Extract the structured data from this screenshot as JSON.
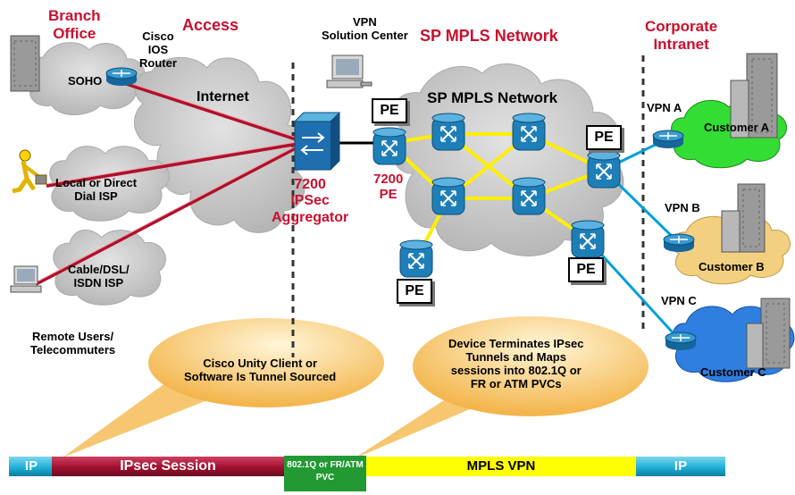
{
  "headers": {
    "branch_office": "Branch\nOffice",
    "access": "Access",
    "vpn_solution_center": "VPN\nSolution Center",
    "sp_mpls_network": "SP MPLS Network",
    "corporate_intranet": "Corporate\nIntranet"
  },
  "left": {
    "cisco_ios_router": "Cisco\nIOS\nRouter",
    "soho": "SOHO",
    "internet": "Internet",
    "local_or_direct": "Local or Direct\nDial ISP",
    "cable_dsl": "Cable/DSL/\nISDN ISP",
    "remote_users": "Remote Users/\nTelecommuters"
  },
  "center": {
    "aggregator": "7200\nIPSec\nAggregator",
    "pe_7200": "7200\nPE",
    "cloud_title": "SP MPLS Network",
    "pe": "PE"
  },
  "right": {
    "vpn_a": "VPN A",
    "vpn_b": "VPN B",
    "vpn_c": "VPN C",
    "customer_a": "Customer A",
    "customer_b": "Customer B",
    "customer_c": "Customer C"
  },
  "callouts": {
    "unity": "Cisco Unity Client or\nSoftware Is Tunnel Sourced",
    "terminates": "Device Terminates IPsec\nTunnels and Maps\nsessions into 802.1Q or\nFR or ATM PVCs"
  },
  "bar": {
    "ip_left": "IP",
    "ipsec_session": "IPsec Session",
    "dot1q": "802.1Q or FR/ATM\nPVC",
    "mpls_vpn": "MPLS VPN",
    "ip_right": "IP"
  },
  "colors": {
    "red_heading": "#c8102e",
    "ipsec_tunnel": "#b0102a",
    "mpls_link": "#ffee00",
    "customer_link": "#00a0d8",
    "device_blue": "#1e7fb8",
    "customer_a_cloud": "#33dd33",
    "customer_b_cloud": "#f3d080",
    "customer_c_cloud": "#2f7fe0",
    "ip_bar": "#1fb0d8",
    "ipsec_bar": "#a01030",
    "dot1q_bar": "#229933",
    "mpls_bar": "#ffff00"
  }
}
